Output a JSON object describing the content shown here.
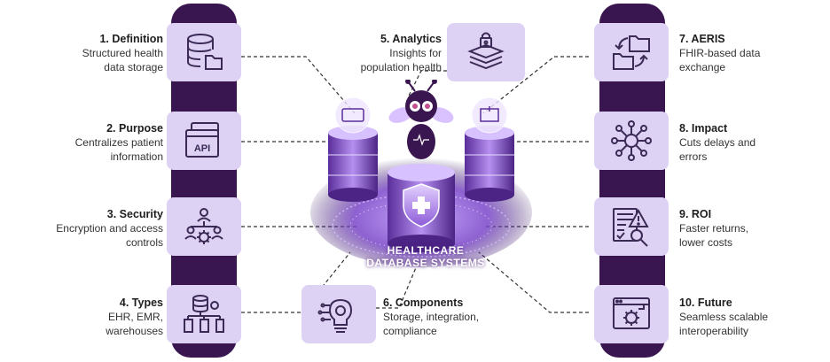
{
  "hub": {
    "line1": "HEALTHCARE",
    "line2": "DATABASE SYSTEMS"
  },
  "items": [
    {
      "id": 1,
      "title": "1. Definition",
      "desc_lines": [
        "Structured health",
        "data storage"
      ],
      "icon": "database-folder-icon"
    },
    {
      "id": 2,
      "title": "2. Purpose",
      "desc_lines": [
        "Centralizes patient",
        "information"
      ],
      "icon": "api-window-icon",
      "icon_text": "API"
    },
    {
      "id": 3,
      "title": "3. Security",
      "desc_lines": [
        "Encryption and access",
        "controls"
      ],
      "icon": "user-network-gear-icon"
    },
    {
      "id": 4,
      "title": "4. Types",
      "desc_lines": [
        "EHR, EMR,",
        "warehouses"
      ],
      "icon": "database-hierarchy-icon"
    },
    {
      "id": 5,
      "title": "5. Analytics",
      "desc_lines": [
        "Insights for",
        "population health"
      ],
      "icon": "secure-layers-icon"
    },
    {
      "id": 6,
      "title": "6. Components",
      "desc_lines": [
        "Storage, integration,",
        "compliance"
      ],
      "icon": "brain-circuit-icon"
    },
    {
      "id": 7,
      "title": "7. AERIS",
      "desc_lines": [
        "FHIR-based data",
        "exchange"
      ],
      "icon": "folder-exchange-icon"
    },
    {
      "id": 8,
      "title": "8. Impact",
      "desc_lines": [
        "Cuts delays and",
        "errors"
      ],
      "icon": "network-hub-icon"
    },
    {
      "id": 9,
      "title": "9. ROI",
      "desc_lines": [
        "Faster returns,",
        "lower costs"
      ],
      "icon": "report-magnifier-icon"
    },
    {
      "id": 10,
      "title": "10. Future",
      "desc_lines": [
        "Seamless scalable",
        "interoperability"
      ],
      "icon": "browser-gear-icon"
    }
  ],
  "colors": {
    "pillar": "#3a1650",
    "card": "#ddd1f4",
    "icon_stroke": "#3b2a55",
    "connector": "#333333",
    "accent": "#7b4fd6"
  }
}
